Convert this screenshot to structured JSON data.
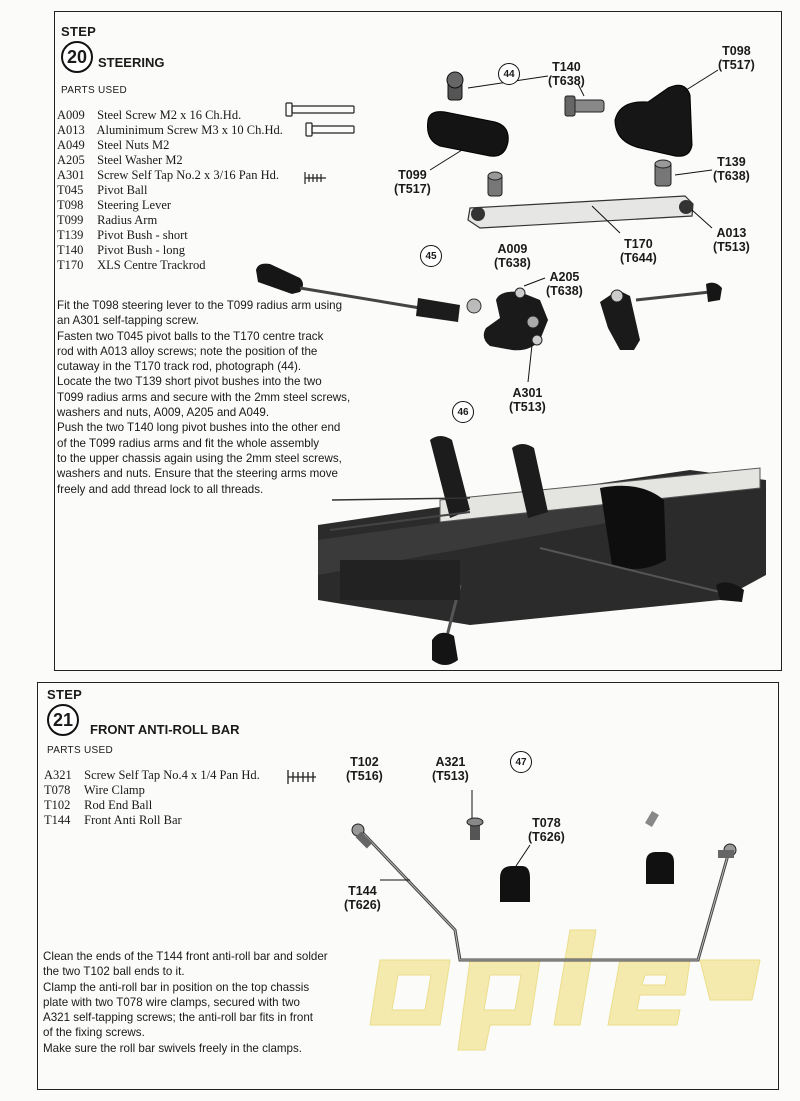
{
  "step20": {
    "step_word": "STEP",
    "number": "20",
    "title": "STEERING",
    "parts_header": "PARTS USED",
    "parts": [
      {
        "code": "A009",
        "desc": "Steel Screw M2 x 16 Ch.Hd."
      },
      {
        "code": "A013",
        "desc": "Aluminimum  Screw M3 x 10 Ch.Hd."
      },
      {
        "code": "A049",
        "desc": "Steel Nuts M2"
      },
      {
        "code": "A205",
        "desc": "Steel Washer M2"
      },
      {
        "code": "A301",
        "desc": "Screw Self Tap No.2 x 3/16 Pan Hd."
      },
      {
        "code": "T045",
        "desc": "Pivot Ball"
      },
      {
        "code": "T098",
        "desc": "Steering Lever"
      },
      {
        "code": "T099",
        "desc": "Radius Arm"
      },
      {
        "code": "T139",
        "desc": "Pivot Bush - short"
      },
      {
        "code": "T140",
        "desc": "Pivot Bush - long"
      },
      {
        "code": "T170",
        "desc": "XLS Centre Trackrod"
      }
    ],
    "instructions": [
      "Fit the T098 steering lever to the T099 radius arm using",
      "an A301 self-tapping screw.",
      "Fasten two T045 pivot balls to the T170 centre track",
      "rod with A013 alloy screws; note the position of the",
      "cutaway in the T170 track rod, photograph (44).",
      "Locate the two T139 short pivot bushes  into the two",
      "T099 radius arms and secure with the 2mm steel screws,",
      "washers and nuts, A009, A205 and A049.",
      "Push the two T140 long pivot bushes  into the other end",
      "of the T099 radius arms and fit the whole assembly",
      "to the upper chassis again using the 2mm steel screws,",
      "washers and nuts.  Ensure that the steering arms move",
      "freely and add thread lock to all threads."
    ],
    "photo_refs": [
      "44",
      "45",
      "46"
    ],
    "labels": {
      "t140": [
        "T140",
        "(T638)"
      ],
      "t098": [
        "T098",
        "(T517)"
      ],
      "t139": [
        "T139",
        "(T638)"
      ],
      "t099": [
        "T099",
        "(T517)"
      ],
      "t170": [
        "T170",
        "(T644)"
      ],
      "a013": [
        "A013",
        "(T513)"
      ],
      "a009": [
        "A009",
        "(T638)"
      ],
      "a205": [
        "A205",
        "(T638)"
      ],
      "a301": [
        "A301",
        "(T513)"
      ]
    }
  },
  "step21": {
    "step_word": "STEP",
    "number": "21",
    "title": "FRONT ANTI-ROLL BAR",
    "parts_header": "PARTS USED",
    "parts": [
      {
        "code": "A321",
        "desc": "Screw Self Tap No.4 x 1/4 Pan Hd."
      },
      {
        "code": "T078",
        "desc": "Wire Clamp"
      },
      {
        "code": "T102",
        "desc": "Rod End Ball"
      },
      {
        "code": "T144",
        "desc": "Front Anti Roll Bar"
      }
    ],
    "instructions": [
      "Clean the ends of the T144 front anti-roll bar and solder",
      "the two T102 ball ends to it.",
      "Clamp the anti-roll bar in position on the top chassis",
      "plate with two T078 wire clamps, secured with two",
      "A321 self-tapping screws; the anti-roll bar fits in front",
      "of the fixing screws.",
      "Make sure the roll bar swivels freely in the clamps."
    ],
    "photo_refs": [
      "47"
    ],
    "labels": {
      "t102": [
        "T102",
        "(T516)"
      ],
      "a321": [
        "A321",
        "(T513)"
      ],
      "t078": [
        "T078",
        "(T626)"
      ],
      "t144": [
        "T144",
        "(T626)"
      ]
    }
  },
  "watermark": "ople",
  "colors": {
    "watermark": "#f4e8a2",
    "ink": "#1a1a1a"
  }
}
